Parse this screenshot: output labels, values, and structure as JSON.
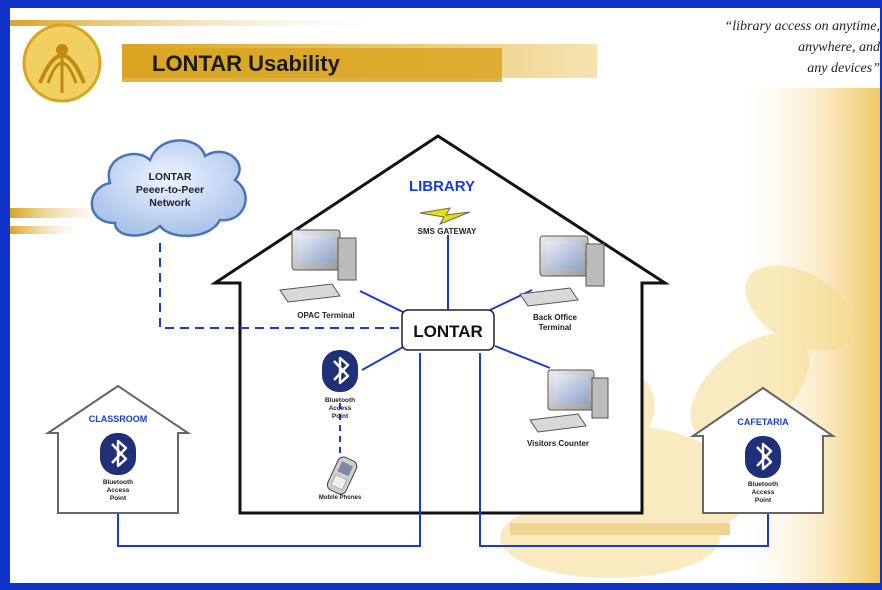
{
  "header": {
    "title": "LONTAR Usability",
    "tagline": [
      "“library access on anytime,",
      "anywhere, and",
      "any devices”"
    ]
  },
  "cloud": {
    "lines": [
      "LONTAR",
      "Peeer-to-Peer",
      "Network"
    ]
  },
  "library": {
    "title": "LIBRARY",
    "hub": "LONTAR",
    "sms_gateway": "SMS GATEWAY",
    "opac": "OPAC Terminal",
    "back_office": [
      "Back Office",
      "Terminal"
    ],
    "visitors": "Visitors Counter",
    "bluetooth": [
      "Bluetooth",
      "Access",
      "Point"
    ],
    "phones": "Mobile Phones"
  },
  "classroom": {
    "title": "CLASSROOM",
    "bluetooth": [
      "Bluetooth",
      "Access",
      "Point"
    ]
  },
  "cafetaria": {
    "title": "CAFETARIA",
    "bluetooth": [
      "Bluetooth",
      "Access",
      "Point"
    ]
  },
  "colors": {
    "border": "#1233c7",
    "accent_gold": "#d9a521",
    "title_blue": "#1a3ccc",
    "link_blue": "#1a3ccc",
    "bluetooth_badge": "#1f2f78"
  }
}
